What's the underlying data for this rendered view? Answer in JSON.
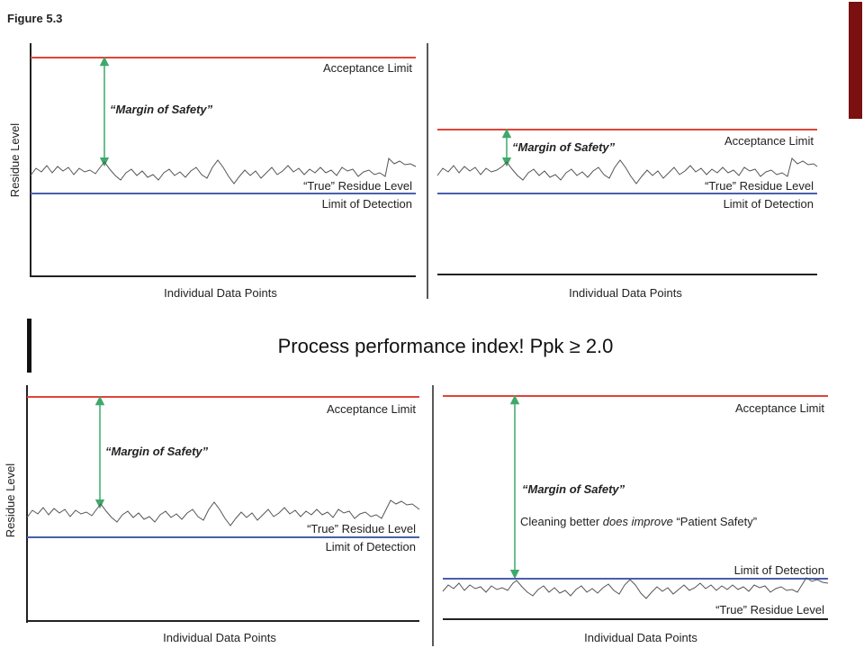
{
  "figure_label": "Figure 5.3",
  "banner_text": "Process performance index! Ppk ≥ 2.0",
  "colors": {
    "acceptance_line": "#e0443a",
    "detection_line": "#4a5fb0",
    "arrow": "#3fa86b",
    "axis": "#222222",
    "trace": "#555555",
    "corner_bar": "#7a1010"
  },
  "panels": [
    {
      "y_axis_label": "Residue Level",
      "x_axis_label": "Individual Data Points",
      "acceptance_label": "Acceptance Limit",
      "margin_label": "“Margin of Safety”",
      "true_level_label": "“True” Residue Level",
      "detection_label": "Limit of Detection"
    },
    {
      "y_axis_label": "",
      "x_axis_label": "Individual Data Points",
      "acceptance_label": "Acceptance Limit",
      "margin_label": "“Margin of Safety”",
      "true_level_label": "“True” Residue Level",
      "detection_label": "Limit of Detection"
    },
    {
      "y_axis_label": "Residue Level",
      "x_axis_label": "Individual Data Points",
      "acceptance_label": "Acceptance Limit",
      "margin_label": "“Margin of Safety”",
      "true_level_label": "“True” Residue Level",
      "detection_label": "Limit of Detection"
    },
    {
      "y_axis_label": "",
      "x_axis_label": "Individual Data Points",
      "acceptance_label": "Acceptance Limit",
      "margin_label": "“Margin of Safety”",
      "note_label": "Cleaning better ",
      "note_emphasis": "does improve",
      "note_suffix": " “Patient Safety”",
      "true_level_label": "“True” Residue Level",
      "detection_label": "Limit of Detection"
    }
  ]
}
